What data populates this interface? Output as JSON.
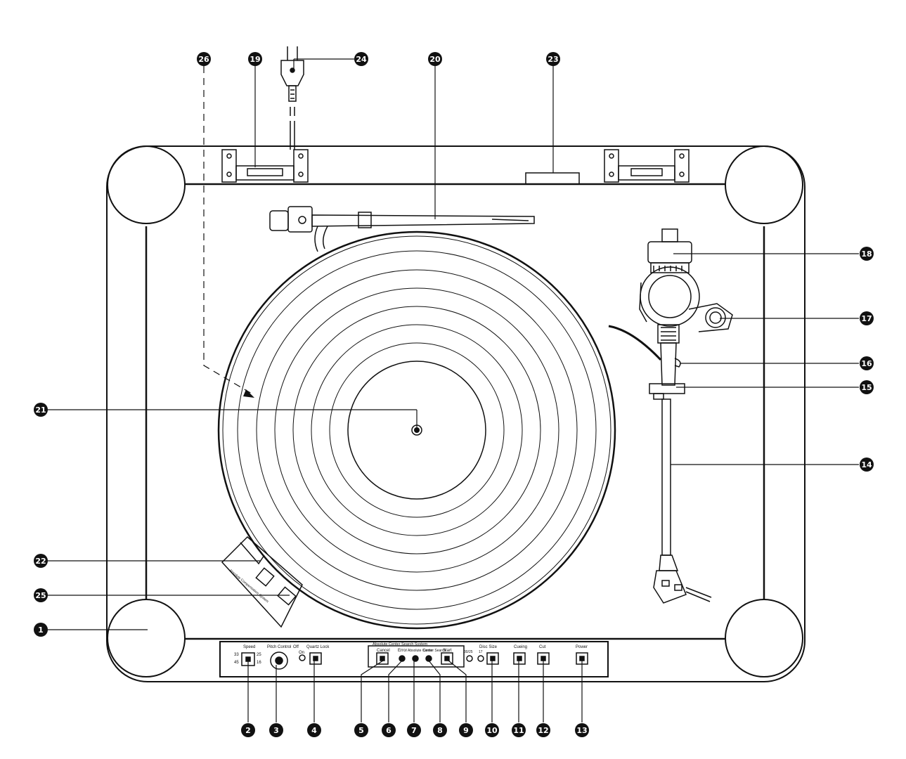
{
  "callouts": {
    "c1": "1",
    "c2": "2",
    "c3": "3",
    "c4": "4",
    "c5": "5",
    "c6": "6",
    "c7": "7",
    "c8": "8",
    "c9": "9",
    "c10": "10",
    "c11": "11",
    "c12": "12",
    "c13": "13",
    "c14": "14",
    "c15": "15",
    "c16": "16",
    "c17": "17",
    "c18": "18",
    "c19": "19",
    "c20": "20",
    "c21": "21",
    "c22": "22",
    "c23": "23",
    "c24": "24",
    "c25": "25",
    "c26": "26"
  },
  "panel": {
    "speed": "Speed",
    "speed_33": "33",
    "speed_45": "45",
    "speed_x": "25",
    "speed_y": "16",
    "pitch_control": "Pitch Control",
    "off": "Off",
    "quartz_lock": "Quartz Lock",
    "on": "On",
    "acss": "Absolute Center Search System",
    "cancel": "Cancel",
    "error": "Error",
    "absolute_center": "Absolute Center",
    "center_search": "Center Search",
    "start": "Start",
    "disc_size": "Disc Size",
    "size_30_25": "30/25",
    "size_17": "17",
    "cueing": "Cueing",
    "cut": "Cut",
    "power": "Power"
  },
  "sensor_label": "Absolute Compensation System",
  "colors": {
    "ink": "#111111",
    "paper": "#ffffff"
  }
}
